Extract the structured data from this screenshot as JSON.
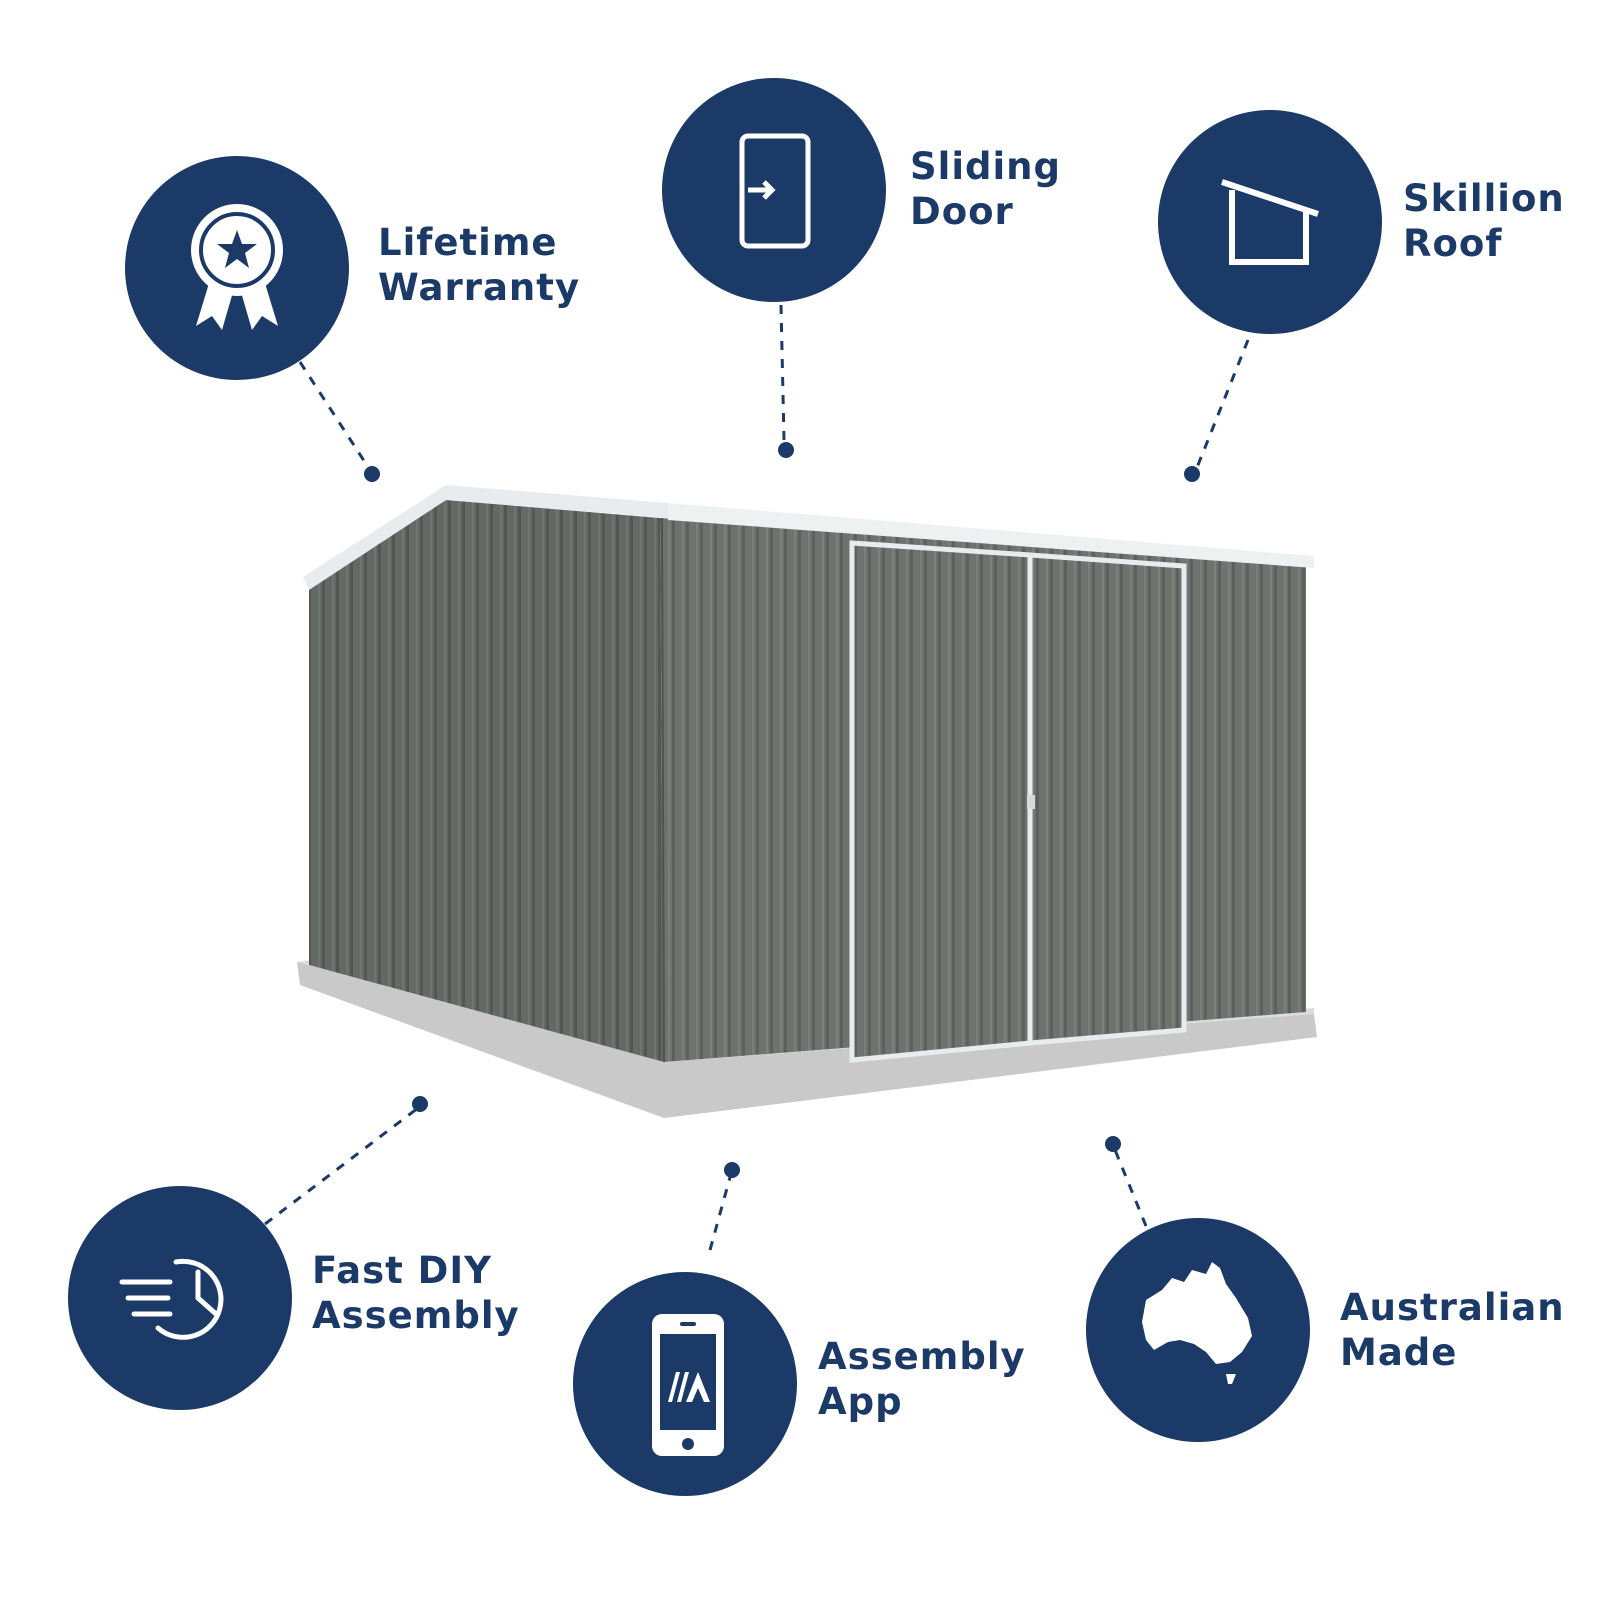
{
  "colors": {
    "brand": "#1b3a68",
    "background": "#ffffff",
    "shed_wall": "#6f7370",
    "shed_trim": "#e8ecee",
    "slab": "#c9c9c9"
  },
  "features": [
    {
      "id": "lifetime-warranty",
      "icon": "award-ribbon-icon",
      "line1": "Lifetime",
      "line2": "Warranty"
    },
    {
      "id": "sliding-door",
      "icon": "door-icon",
      "line1": "Sliding",
      "line2": "Door"
    },
    {
      "id": "skillion-roof",
      "icon": "skillion-roof-icon",
      "line1": "Skillion",
      "line2": "Roof"
    },
    {
      "id": "fast-diy-assembly",
      "icon": "fast-clock-icon",
      "line1": "Fast DIY",
      "line2": "Assembly"
    },
    {
      "id": "assembly-app",
      "icon": "smartphone-icon",
      "line1": "Assembly",
      "line2": "App"
    },
    {
      "id": "australian-made",
      "icon": "australia-map-icon",
      "line1": "Australian",
      "line2": "Made"
    }
  ]
}
